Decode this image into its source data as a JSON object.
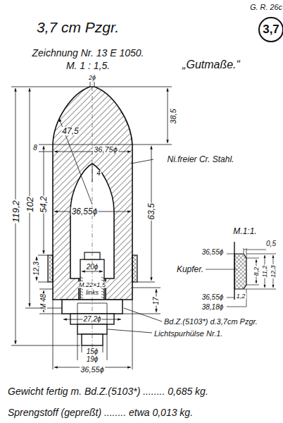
{
  "diagram": {
    "title": "3,7 cm Pzgr.",
    "nodes": [
      {
        "text": [
          "3,7"
        ]
      }
    ],
    "labels": [
      "G. R. 26c",
      "Zeichnung Nr. 13 E 1050.",
      "M. 1 : 1,5.",
      "„Gutmaße.“",
      "2ϕ",
      "47,5",
      "38,5",
      "8",
      "36,75ϕ",
      "Ni.freier Cr. Stahl.",
      "4",
      "119,2",
      "102",
      "54,2",
      "36,55ϕ",
      "63,5",
      "12,3",
      "20ϕ",
      "M.22×1,5",
      "links",
      "M 48",
      "17",
      "27,2ϕ",
      "Bd.Z.(5103*) d.3,7cm Pzgr.",
      "Lichtspurhülse Nr.1.",
      "15ϕ",
      "19ϕ",
      "36,55ϕ",
      "M.1:1.",
      "36,55ϕ",
      "0,5",
      "Kupfer.",
      "8,2",
      "11,2",
      "12,3",
      "1,2",
      "36,55ϕ",
      "38,18ϕ",
      "Gewicht fertig m. Bd.Z.(5103*) ........ 0,685 kg.",
      "Sprengstoff (gepreßt) ........ etwa 0,013 kg."
    ]
  }
}
